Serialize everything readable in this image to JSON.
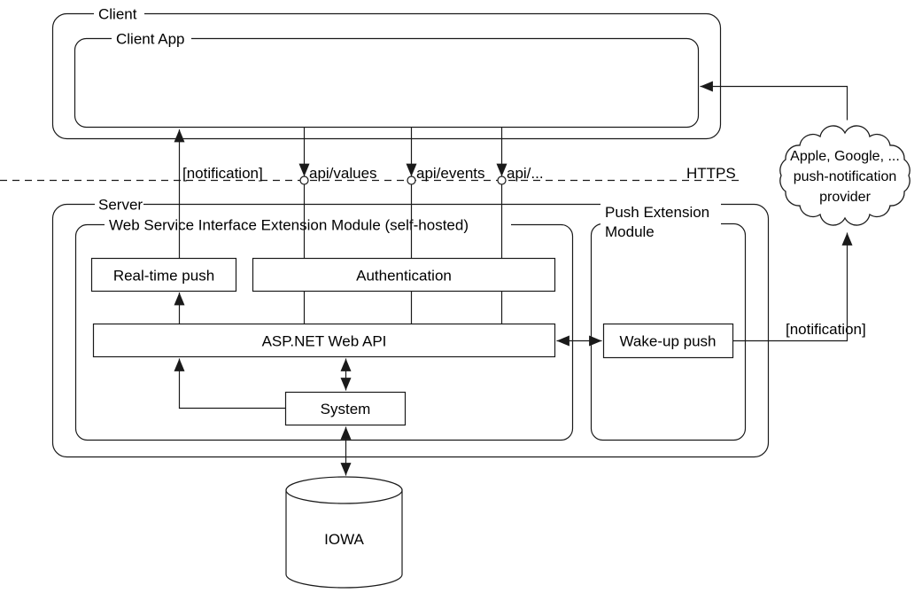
{
  "diagram": {
    "containers": {
      "client": {
        "label": "Client"
      },
      "client_app": {
        "label": "Client App"
      },
      "server": {
        "label": "Server"
      },
      "wsiem": {
        "label": "Web Service Interface Extension Module (self-hosted)"
      },
      "push_extension": {
        "label_line1": "Push Extension",
        "label_line2": "Module"
      }
    },
    "components": {
      "realtime_push": {
        "label": "Real-time push"
      },
      "authentication": {
        "label": "Authentication"
      },
      "aspnet_web_api": {
        "label": "ASP.NET Web API"
      },
      "system": {
        "label": "System"
      },
      "wakeup_push": {
        "label": "Wake-up push"
      }
    },
    "database": {
      "label": "IOWA"
    },
    "cloud": {
      "line1": "Apple, Google, ...",
      "line2": "push-notification",
      "line3": "provider"
    },
    "boundary": {
      "protocol": "HTTPS",
      "notification": "[notification]",
      "api_values": "api/values",
      "api_events": "api/events",
      "api_more": "api/..."
    },
    "edges": {
      "wakeup_notification": "[notification]"
    },
    "colors": {
      "line": "#1a1a1a",
      "background": "#ffffff"
    }
  }
}
